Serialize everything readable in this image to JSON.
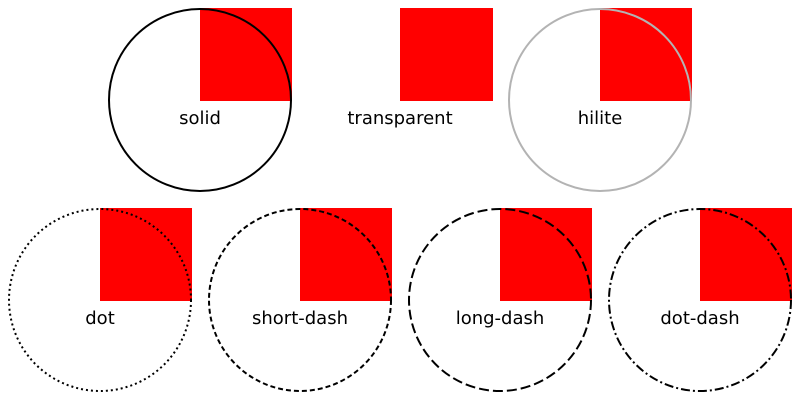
{
  "colors": {
    "background": "#ffffff",
    "square_fill": "#ff0000",
    "stroke": "#000000",
    "hilite_stroke": "#b3b3b3"
  },
  "samples": [
    {
      "label": "solid",
      "style": "solid"
    },
    {
      "label": "transparent",
      "style": "transparent"
    },
    {
      "label": "hilite",
      "style": "hilite"
    },
    {
      "label": "dot",
      "style": "dot"
    },
    {
      "label": "short-dash",
      "style": "short-dash"
    },
    {
      "label": "long-dash",
      "style": "long-dash"
    },
    {
      "label": "dot-dash",
      "style": "dot-dash"
    }
  ]
}
